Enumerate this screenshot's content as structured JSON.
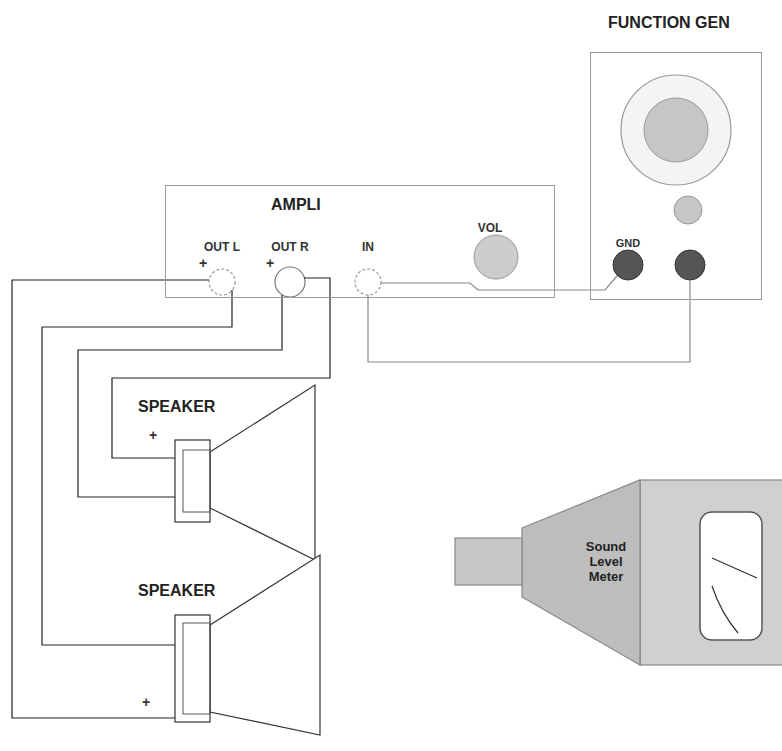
{
  "diagram": {
    "nodes": [
      {
        "text": [
          "FUNCTION GEN"
        ]
      },
      {
        "text": [
          "AMPLI"
        ]
      },
      {
        "text": [
          "SPEAKER"
        ]
      },
      {
        "text": [
          "SPEAKER"
        ]
      },
      {
        "text": [
          "Sound Level Meter"
        ]
      }
    ],
    "edges": [
      {
        "from": 1,
        "to": 3,
        "arrow": "none"
      },
      {
        "from": 1,
        "to": 3,
        "arrow": "none"
      },
      {
        "from": 1,
        "to": 2,
        "arrow": "none"
      },
      {
        "from": 1,
        "to": 2,
        "arrow": "none"
      },
      {
        "from": 1,
        "to": 0,
        "arrow": "none"
      },
      {
        "from": 1,
        "to": 0,
        "arrow": "none"
      }
    ],
    "labels": [
      "VOL",
      "OUT L",
      "OUT R",
      "IN",
      "GND",
      "+",
      "+",
      "+",
      "+"
    ]
  }
}
